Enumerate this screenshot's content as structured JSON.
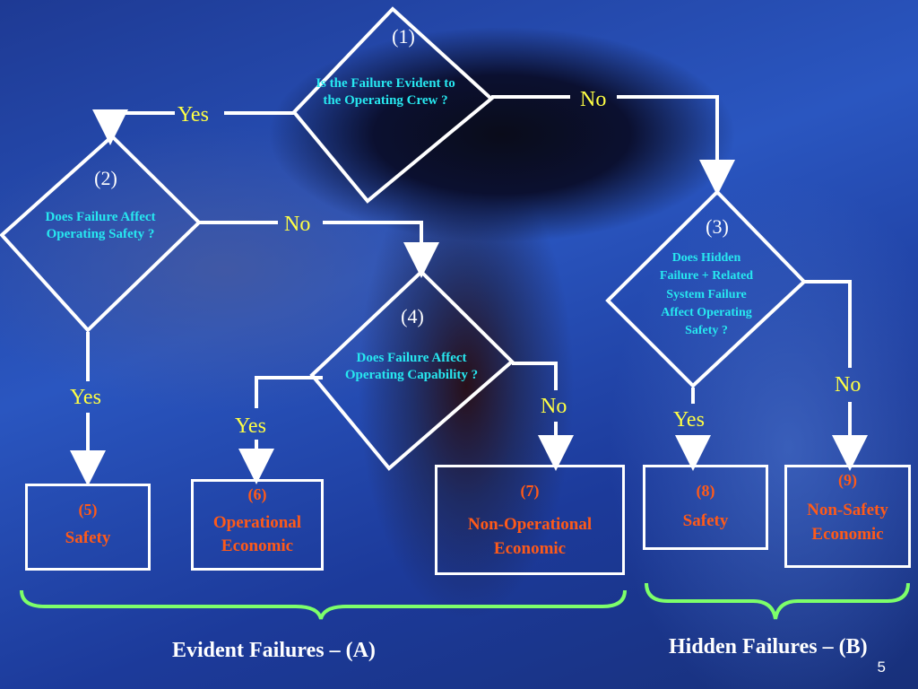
{
  "decisions": {
    "d1": {
      "num": "(1)",
      "text": "Is the Failure Evident to the Operating Crew ?"
    },
    "d2": {
      "num": "(2)",
      "text": "Does Failure Affect Operating Safety ?"
    },
    "d3": {
      "num": "(3)",
      "text": "Does Hidden Failure + Related System Failure Affect Operating Safety ?"
    },
    "d4": {
      "num": "(4)",
      "text": "Does Failure Affect Operating Capability ?"
    }
  },
  "answers": {
    "yes": "Yes",
    "no": "No"
  },
  "outcomes": [
    {
      "num": "(5)",
      "label": "Safety"
    },
    {
      "num": "(6)",
      "label": "Operational Economic"
    },
    {
      "num": "(7)",
      "label": "Non-Operational Economic"
    },
    {
      "num": "(8)",
      "label": "Safety"
    },
    {
      "num": "(9)",
      "label": "Non-Safety Economic"
    }
  ],
  "groups": {
    "evident": "Evident Failures – (A)",
    "hidden": "Hidden Failures – (B)"
  },
  "page_number": "5",
  "colors": {
    "question": "#27e8f0",
    "answer": "#ffff44",
    "outcome": "#ff5a18",
    "brace": "#7dff6a",
    "lines": "#ffffff"
  }
}
